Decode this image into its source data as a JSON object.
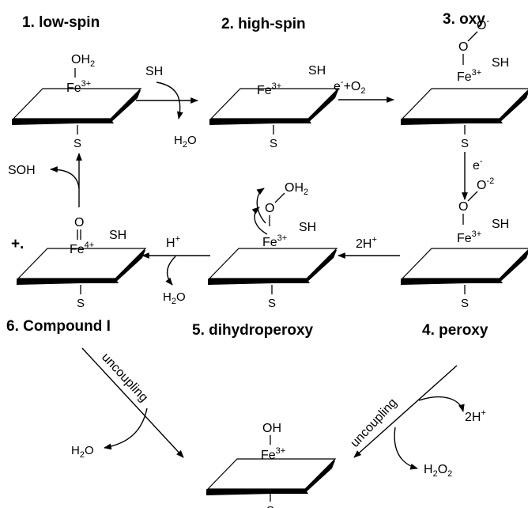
{
  "titles": {
    "t1": "1. low-spin",
    "t2": "2. high-spin",
    "t3": "3. oxy",
    "t4": "4. peroxy",
    "t5": "5. dihydroperoxy",
    "t6": "6. Compound I"
  },
  "species": {
    "s1": {
      "axial_top": "OH",
      "axial_top_sub": "2",
      "iron": "Fe",
      "iron_charge": "3+",
      "axial_bottom": "S"
    },
    "s2": {
      "substrate": "SH",
      "iron": "Fe",
      "iron_charge": "3+",
      "axial_bottom": "S"
    },
    "s3": {
      "o1": "O",
      "o2": "O",
      "o2_charge": "-",
      "substrate": "SH",
      "iron": "Fe",
      "iron_charge": "3+",
      "axial_bottom": "S"
    },
    "s4": {
      "o1": "O",
      "o2": "O",
      "o2_charge": "-2",
      "substrate": "SH",
      "iron": "Fe",
      "iron_charge": "3+",
      "axial_bottom": "S"
    },
    "s5": {
      "o1": "O",
      "o2": "OH",
      "o2_sub": "2",
      "substrate": "SH",
      "iron": "Fe",
      "iron_charge": "3+",
      "axial_bottom": "S"
    },
    "s6": {
      "oxo": "O",
      "radical": "+.",
      "substrate": "SH",
      "iron": "Fe",
      "iron_charge": "4+",
      "axial_bottom": "S"
    },
    "s7": {
      "axial_top": "OH",
      "iron": "Fe",
      "iron_charge": "3+",
      "axial_bottom": "S"
    }
  },
  "reagents": {
    "r12_in": "SH",
    "r12_out": "H",
    "r12_out_sub": "2",
    "r12_out_tail": "O",
    "r23_e": "e",
    "r23_e_charge": "-",
    "r23_plus": "+O",
    "r23_o2_sub": "2",
    "r34_e": "e",
    "r34_e_charge": "-",
    "r45": "2H",
    "r45_charge": "+",
    "r56_in": "H",
    "r56_in_charge": "+",
    "r56_out": "H",
    "r56_out_sub": "2",
    "r56_out_tail": "O",
    "r61_out": "SOH",
    "unc_left_label": "uncoupling",
    "unc_left_out": "H",
    "unc_left_out_sub": "2",
    "unc_left_out_tail": "O",
    "unc_right_label": "uncoupling",
    "unc_right_in": "2H",
    "unc_right_in_charge": "+",
    "unc_right_out": "H",
    "unc_right_out_sub1": "2",
    "unc_right_out_mid": "O",
    "unc_right_out_sub2": "2"
  },
  "colors": {
    "ink": "#000000",
    "background": "#ffffff"
  }
}
